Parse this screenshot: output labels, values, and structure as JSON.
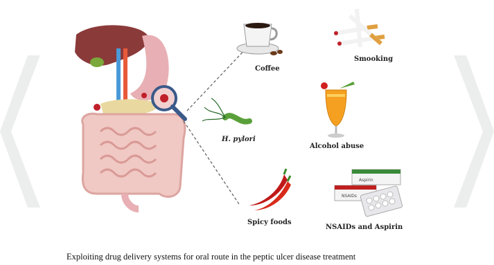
{
  "diagram": {
    "factors": [
      {
        "id": "coffee",
        "label": "Coffee",
        "icon": "coffee-cup-icon"
      },
      {
        "id": "smoking",
        "label": "Smooking",
        "icon": "cigarettes-icon"
      },
      {
        "id": "hpylori",
        "label": "H. pylori",
        "icon": "bacterium-icon",
        "italic": true
      },
      {
        "id": "alcohol",
        "label": "Alcohol abuse",
        "icon": "cocktail-glass-icon"
      },
      {
        "id": "spicy",
        "label": "Spicy foods",
        "icon": "chili-pepper-icon"
      },
      {
        "id": "nsaids",
        "label": "NSAIDs and Aspirin",
        "icon": "medicine-box-icon"
      }
    ],
    "box_labels": {
      "front": "NSAIDs",
      "back": "Aspirin"
    },
    "caption": "Exploiting drug delivery systems for oral route in the peptic ulcer disease treatment"
  },
  "colors": {
    "chevron": "#eceeed",
    "liver": "#8b3a3a",
    "stomach": "#e8b0b4",
    "intestine": "#f0c8c4",
    "pancreas": "#e9d9a0",
    "ulcer": "#c0202a",
    "dashed_line": "#666666"
  }
}
